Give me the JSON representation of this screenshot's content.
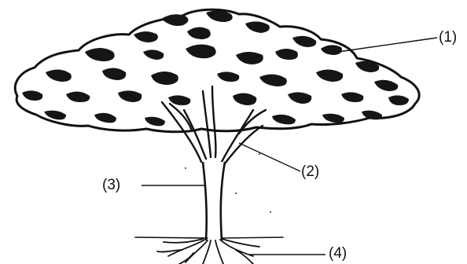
{
  "diagram": {
    "subject": "tree",
    "labels": [
      {
        "id": "1",
        "text": "(1)",
        "points_to": "crown"
      },
      {
        "id": "2",
        "text": "(2)",
        "points_to": "branch"
      },
      {
        "id": "3",
        "text": "(3)",
        "points_to": "trunk"
      },
      {
        "id": "4",
        "text": "(4)",
        "points_to": "roots"
      }
    ],
    "colors": {
      "ink": "#111111",
      "background": "#ffffff"
    }
  }
}
